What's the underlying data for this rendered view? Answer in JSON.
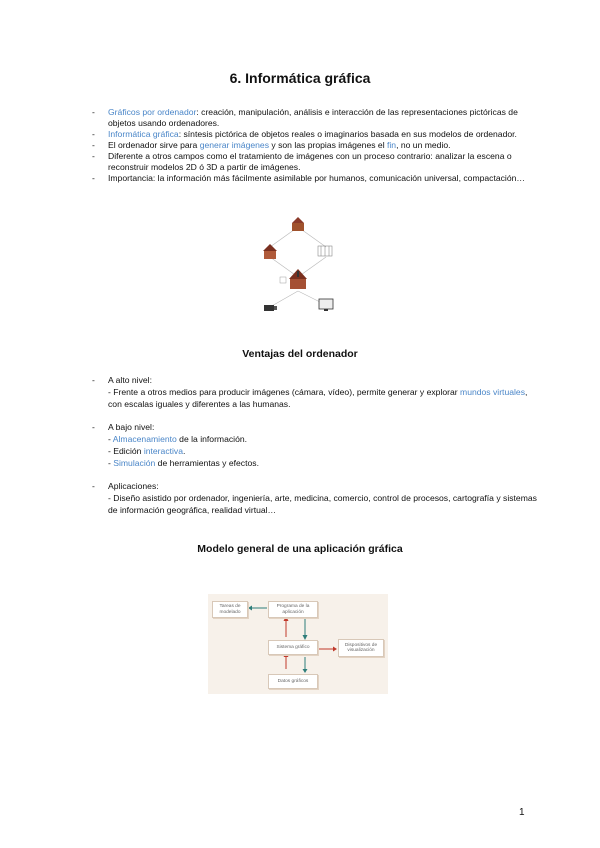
{
  "title": "6. Informática gráfica",
  "bullets": [
    {
      "dash": "-",
      "parts": [
        {
          "t": "Gráficos por ordenador",
          "hl": true
        },
        {
          "t": ": creación, manipulación, análisis e interacción de las representaciones pictóricas de objetos usando ordenadores."
        }
      ]
    },
    {
      "dash": "-",
      "parts": [
        {
          "t": "Informática gráfica",
          "hl": true
        },
        {
          "t": ": síntesis pictórica de objetos reales o imaginarios basada en sus modelos de ordenador."
        }
      ]
    },
    {
      "dash": "-",
      "parts": [
        {
          "t": "El ordenador sirve para "
        },
        {
          "t": "generar imágenes",
          "hl": true
        },
        {
          "t": " y son las propias imágenes el "
        },
        {
          "t": "fin",
          "hl": true
        },
        {
          "t": ", no un medio."
        }
      ]
    },
    {
      "dash": "-",
      "parts": [
        {
          "t": "Diferente a otros campos como el tratamiento de imágenes con un proceso contrario: analizar la escena o reconstruir modelos 2D ó 3D a partir de imágenes."
        }
      ]
    },
    {
      "dash": "-",
      "parts": [
        {
          "t": "Importancia: la información más fácilmente asimilable por humanos, comunicación universal, compactación…"
        }
      ]
    }
  ],
  "ventajas": {
    "title": "Ventajas del ordenador",
    "alto_nivel": {
      "label": "A alto nivel:",
      "lines": [
        [
          {
            "t": "- Frente a otros medios para producir imágenes (cámara, vídeo), permite generar y explorar "
          },
          {
            "t": "mundos virtuales",
            "hl": true
          },
          {
            "t": ", con escalas iguales y diferentes a las humanas."
          }
        ]
      ]
    },
    "bajo_nivel": {
      "label": "A bajo nivel:",
      "lines": [
        [
          {
            "t": "- "
          },
          {
            "t": "Almacenamiento",
            "hl": true
          },
          {
            "t": " de la información."
          }
        ],
        [
          {
            "t": "- Edición "
          },
          {
            "t": "interactiva",
            "hl": true
          },
          {
            "t": "."
          }
        ],
        [
          {
            "t": "- "
          },
          {
            "t": "Simulación",
            "hl": true
          },
          {
            "t": " de herramientas y efectos."
          }
        ]
      ]
    },
    "aplicaciones": {
      "label": "Aplicaciones:",
      "lines": [
        [
          {
            "t": "- Diseño asistido por ordenador, ingeniería, arte, medicina, comercio, control de procesos, cartografía y sistemas de información geográfica, realidad virtual…"
          }
        ]
      ]
    }
  },
  "modelo": {
    "title": "Modelo general de una aplicación gráfica",
    "boxes": {
      "tareas": "Tareas de modelado",
      "programa": "Programa de la aplicación",
      "sistema": "Sistema gráfico",
      "dispositivos": "Dispositivos de visualización",
      "datos": "Datos gráficos"
    }
  },
  "page_number": "1",
  "colors": {
    "highlight": "#4a86c8",
    "arrow_red": "#c0392b",
    "arrow_teal": "#2e7d7a"
  }
}
